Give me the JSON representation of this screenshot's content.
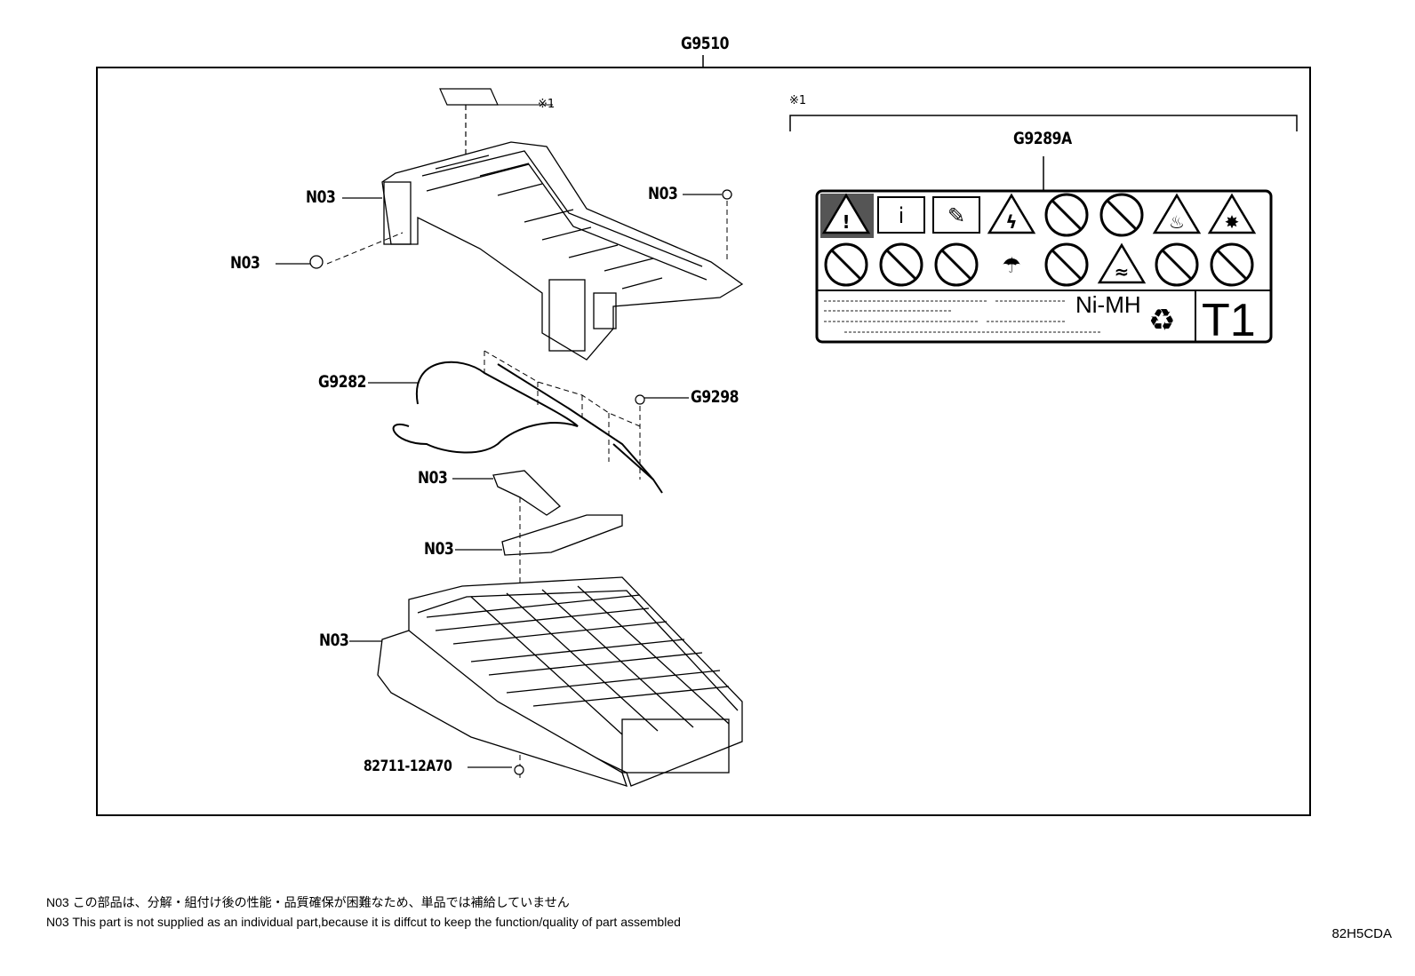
{
  "diagram": {
    "assembly_code": "G9510",
    "ref_mark": "※1",
    "label_code": "G9289A",
    "labels": {
      "n03_top_left": "N03",
      "n03_top_right": "N03",
      "n03_bolt": "N03",
      "g9282": "G9282",
      "g9298": "G9298",
      "n03_bracket_1": "N03",
      "n03_bracket_2": "N03",
      "n03_stack": "N03",
      "part_number": "82711-12A70"
    },
    "warning_label": {
      "chemistry": "Ni-MH",
      "type_mark": "T1",
      "icons_row1": [
        "warning-triangle-icon",
        "manual-book-icon",
        "read-manual-icon",
        "high-voltage-icon",
        "no-touch-icon",
        "no-open-icon",
        "flammable-icon",
        "explosive-icon"
      ],
      "icons_row2": [
        "no-disassemble-icon",
        "no-children-icon",
        "no-stack-icon",
        "keep-dry-icon",
        "no-crush-icon",
        "corrosive-icon",
        "no-short-icon",
        "no-tamper-icon"
      ]
    }
  },
  "notes": {
    "jp": "N03 この部品は、分解・組付け後の性能・品質確保が困難なため、単品では補給していません",
    "en": "N03 This part is not supplied as an  individual part,because it is diffcut to keep the function/quality of part assembled"
  },
  "illustration_code": "82H5CDA"
}
